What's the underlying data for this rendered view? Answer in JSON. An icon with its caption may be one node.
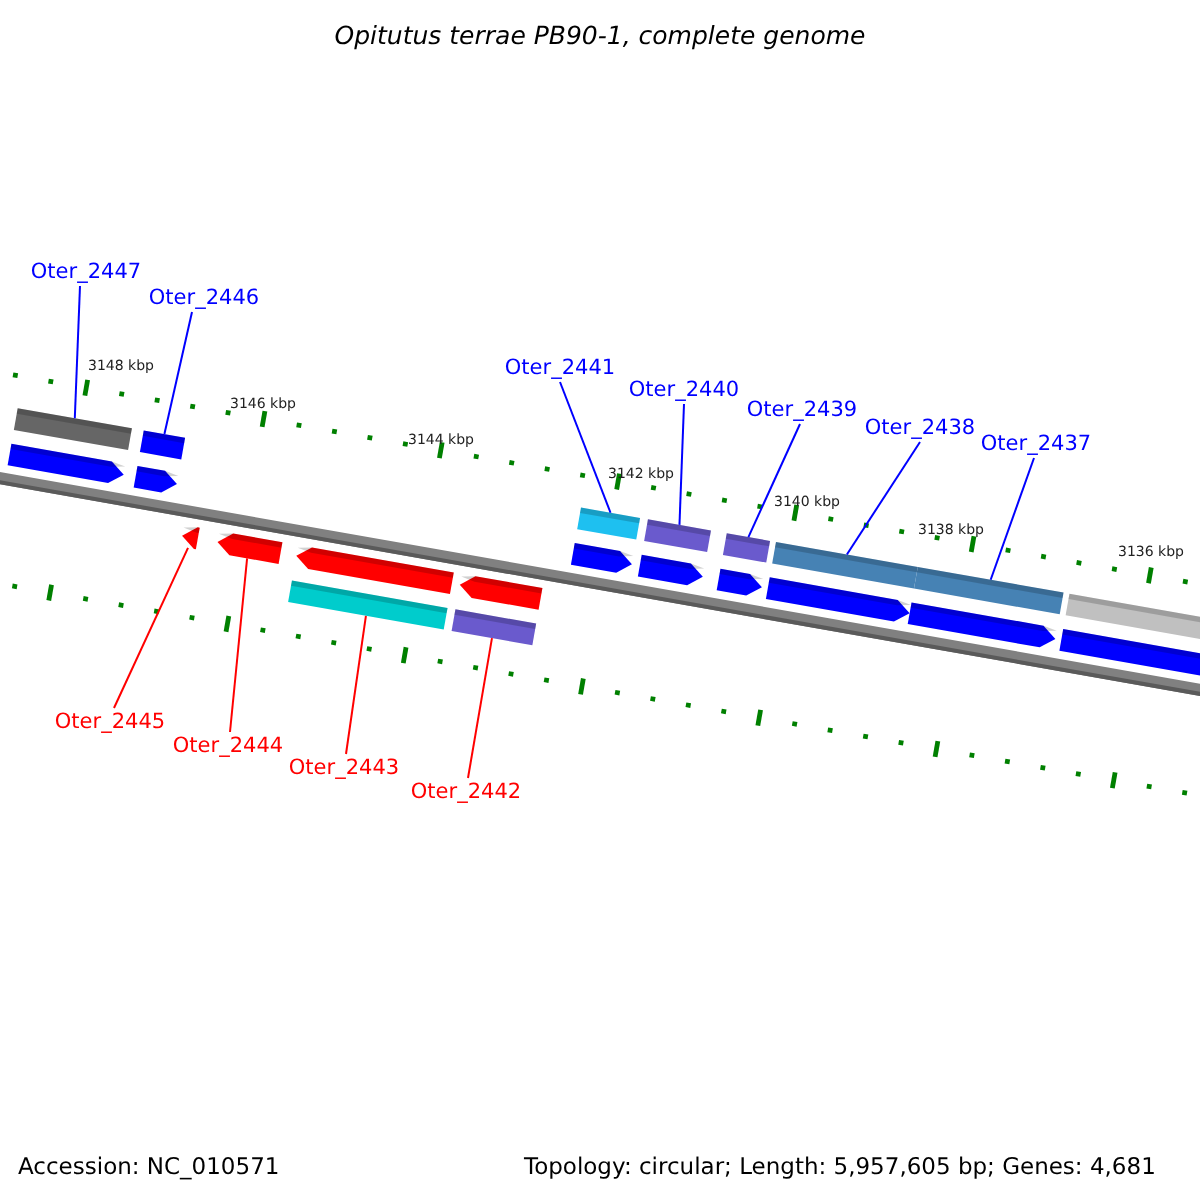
{
  "diagram": {
    "title": "Opitutus terrae PB90-1, complete genome",
    "nodes": [
      {
        "text": [
          "Oter_2447"
        ]
      },
      {
        "text": [
          "Oter_2446"
        ]
      },
      {
        "text": [
          "Oter_2441"
        ]
      },
      {
        "text": [
          "Oter_2440"
        ]
      },
      {
        "text": [
          "Oter_2439"
        ]
      },
      {
        "text": [
          "Oter_2438"
        ]
      },
      {
        "text": [
          "Oter_2437"
        ]
      },
      {
        "text": [
          "Oter_2445"
        ]
      },
      {
        "text": [
          "Oter_2444"
        ]
      },
      {
        "text": [
          "Oter_2443"
        ]
      },
      {
        "text": [
          "Oter_2442"
        ]
      },
      {
        "text": [],
        "shape": "arrow"
      },
      {
        "text": [],
        "shape": "arrow"
      },
      {
        "text": [],
        "shape": "arrow"
      },
      {
        "text": [],
        "shape": "arrow"
      },
      {
        "text": [],
        "shape": "arrow"
      },
      {
        "text": [],
        "shape": "arrow"
      },
      {
        "text": [],
        "shape": "arrow"
      },
      {
        "text": [],
        "shape": "arrow"
      },
      {
        "text": [],
        "shape": "arrow"
      },
      {
        "text": [],
        "shape": "arrow"
      },
      {
        "text": [],
        "shape": "arrow"
      },
      {
        "text": [],
        "shape": "arrow"
      }
    ],
    "edges": [
      {
        "from": 0,
        "to": 11,
        "arrow": "none"
      },
      {
        "from": 1,
        "to": 12,
        "arrow": "none"
      },
      {
        "from": 2,
        "to": 17,
        "arrow": "none"
      },
      {
        "from": 3,
        "to": 18,
        "arrow": "none"
      },
      {
        "from": 4,
        "to": 19,
        "arrow": "none"
      },
      {
        "from": 5,
        "to": 20,
        "arrow": "none"
      },
      {
        "from": 6,
        "to": 21,
        "arrow": "none"
      },
      {
        "from": 7,
        "to": 13,
        "arrow": "none",
        "color": "#ff0000"
      },
      {
        "from": 8,
        "to": 14,
        "arrow": "none",
        "color": "#ff0000"
      },
      {
        "from": 9,
        "to": 15,
        "arrow": "none",
        "color": "#ff0000"
      },
      {
        "from": 10,
        "to": 16,
        "arrow": "none",
        "color": "#ff0000"
      }
    ],
    "labels": [
      "3148 kbp",
      "3146 kbp",
      "3144 kbp",
      "3142 kbp",
      "3140 kbp",
      "3138 kbp",
      "3136 kbp",
      "Accession: NC_010571",
      "Topology: circular; Length: 5,957,605 bp; Genes: 4,681"
    ]
  }
}
